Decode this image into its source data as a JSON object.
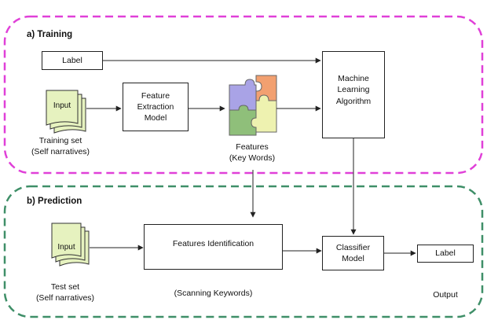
{
  "training": {
    "title": "a) Training",
    "label_box": "Label",
    "input_doc": "Input",
    "training_set_line1": "Training set",
    "training_set_line2": "(Self narratives)",
    "feature_extraction_line1": "Feature",
    "feature_extraction_line2": "Extraction",
    "feature_extraction_line3": "Model",
    "features_line1": "Features",
    "features_line2": "(Key Words)",
    "ml_line1": "Machine",
    "ml_line2": "Learning",
    "ml_line3": "Algorithm"
  },
  "prediction": {
    "title": "b) Prediction",
    "input_doc": "Input",
    "test_set_line1": "Test set",
    "test_set_line2": "(Self narratives)",
    "features_identification": "Features Identification",
    "scanning_keywords": "(Scanning Keywords)",
    "classifier_line1": "Classifier",
    "classifier_line2": "Model",
    "label_box": "Label",
    "output": "Output"
  },
  "colors": {
    "training_border": "#e040d8",
    "prediction_border": "#3f8f68",
    "doc_fill": "#e6f2bf",
    "puzzle_purple": "#a9a3e6",
    "puzzle_orange": "#f2a070",
    "puzzle_green": "#8fbf7a",
    "puzzle_yellow": "#eef2b0"
  }
}
